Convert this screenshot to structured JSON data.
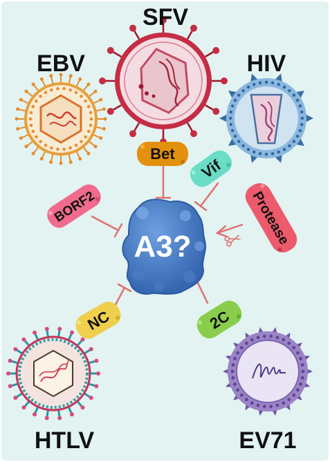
{
  "center": {
    "label": "A3?"
  },
  "viruses": {
    "sfv": "SFV",
    "ebv": "EBV",
    "hiv": "HIV",
    "htlv": "HTLV",
    "ev71": "EV71"
  },
  "proteins": {
    "bet": "Bet",
    "vif": "Vif",
    "borf2": "BORF2",
    "protease": "Protease",
    "nc": "NC",
    "c2": "2C"
  },
  "colors": {
    "background": "#e2f3f2",
    "a3": "#3f73bd",
    "inhibit_arrow": "#e07070",
    "bet": "#e3900c",
    "vif": "#69ddc6",
    "borf2": "#f06b8c",
    "protease": "#ec5a6c",
    "nc": "#efcf4c",
    "c2": "#8acd4d"
  },
  "icons": {
    "cleavage": "scissors-icon"
  }
}
